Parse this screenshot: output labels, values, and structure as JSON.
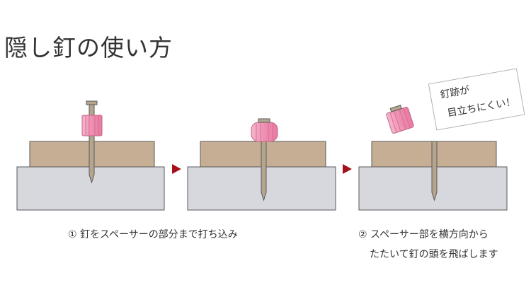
{
  "title": "隠し釘の使い方",
  "steps": [
    {
      "caption_lines": [
        "① 釘をスペーサーの部分まで打ち込み"
      ]
    },
    {
      "caption_lines": [
        "② スペーサー部を横方向から",
        "たたいて釘の頭を飛ばします"
      ]
    }
  ],
  "note": {
    "lines": [
      "釘跡が",
      "目立ちにくい！"
    ]
  },
  "colors": {
    "board": "#c5ae93",
    "base": "#d7d8dd",
    "nail": "#b5a58e",
    "spacer": "#ee8eb1",
    "arrow": "#a3121a",
    "text": "#333333"
  },
  "icons": [
    "arrow-right-icon",
    "arrow-right-icon"
  ]
}
